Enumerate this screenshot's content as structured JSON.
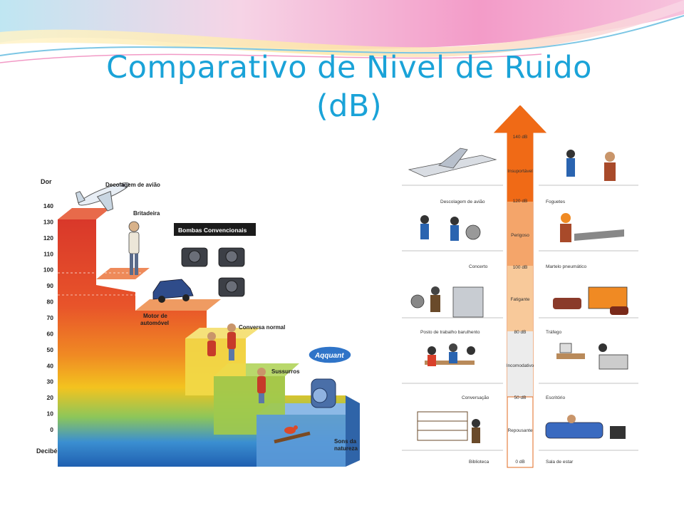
{
  "title": {
    "line1": "Comparativo de Nivel de Ruido",
    "line2": "(dB)"
  },
  "left_figure": {
    "axis_top_label": "Dor",
    "axis_bottom_label": "Decibéis",
    "ticks": [
      "140",
      "130",
      "120",
      "110",
      "100",
      "90",
      "80",
      "70",
      "60",
      "50",
      "40",
      "30",
      "20",
      "10",
      "0"
    ],
    "labels": {
      "airplane": "Decolagem de avião",
      "jackhammer": "Britadeira",
      "pumps": "Bombas Convencionais",
      "car_line1": "Motor de",
      "car_line2": "automóvel",
      "conversation": "Conversa normal",
      "whisper": "Sussurros",
      "nature_line1": "Sons da",
      "nature_line2": "natureza",
      "brand": "Aqquant"
    }
  },
  "right_figure": {
    "arrow_labels": {
      "db140": "140 dB",
      "insuportavel": "Insuportável",
      "db120": "120 dB",
      "perigoso": "Perigoso",
      "db100": "100 dB",
      "fatigante": "Fatigante",
      "db80": "80 dB",
      "incomodativo": "Incomodativo",
      "db50": "50 dB",
      "repousante": "Repousante",
      "db0": "0 dB"
    },
    "left_captions": [
      "Descolagem de avião",
      "Concerto",
      "Posto de trabalho barulhento",
      "Conversação",
      "Biblioteca"
    ],
    "right_captions": [
      "Foguetes",
      "Martelo pneumático",
      "Tráfego",
      "Escritório",
      "Sala de estar"
    ]
  }
}
